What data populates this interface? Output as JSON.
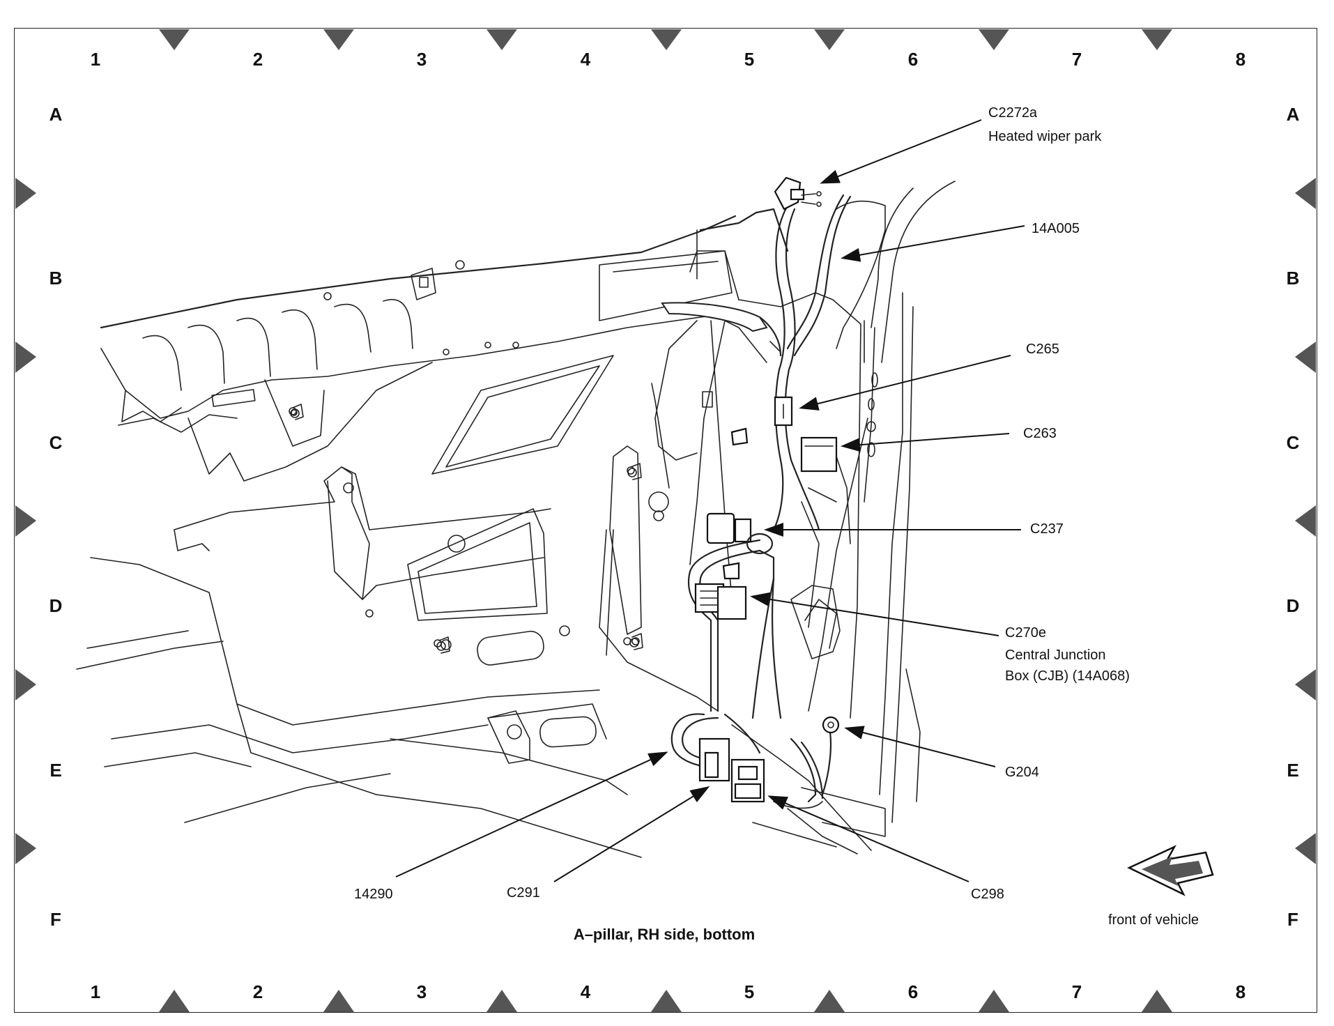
{
  "title": "A–pillar, RH side, bottom",
  "grid": {
    "columns": [
      "1",
      "2",
      "3",
      "4",
      "5",
      "6",
      "7",
      "8"
    ],
    "rows": [
      "A",
      "B",
      "C",
      "D",
      "E",
      "F"
    ]
  },
  "callouts": {
    "c2272a_id": "C2272a",
    "c2272a_desc": "Heated wiper park",
    "harness_14a005": "14A005",
    "c265": "C265",
    "c263": "C263",
    "c237": "C237",
    "c270e_id": "C270e",
    "c270e_desc1": "Central Junction",
    "c270e_desc2": "Box (CJB) (14A068)",
    "g204": "G204",
    "harness_14290": "14290",
    "c291": "C291",
    "c298": "C298"
  },
  "orientation": {
    "label": "front of vehicle",
    "icon": "front-arrow-icon"
  },
  "colors": {
    "line": "#222222",
    "marker": "#555555",
    "background": "#ffffff"
  }
}
